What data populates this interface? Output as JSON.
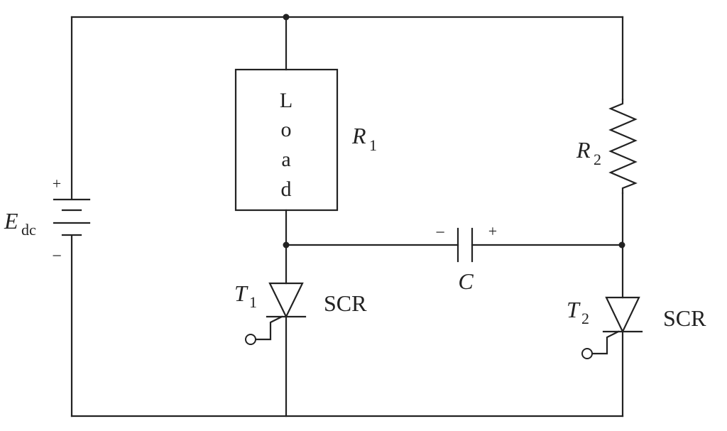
{
  "battery": {
    "label_main": "E",
    "label_sub": "dc",
    "plus": "+",
    "minus": "−"
  },
  "load": {
    "letters": [
      "L",
      "o",
      "a",
      "d"
    ],
    "resistance_main": "R",
    "resistance_sub": "1"
  },
  "resistor2": {
    "label_main": "R",
    "label_sub": "2"
  },
  "capacitor": {
    "label": "C",
    "minus": "−",
    "plus": "+"
  },
  "scr1": {
    "label_main": "T",
    "label_sub": "1",
    "type": "SCR"
  },
  "scr2": {
    "label_main": "T",
    "label_sub": "2",
    "type": "SCR"
  },
  "colors": {
    "line": "#222222",
    "background": "#ffffff"
  }
}
